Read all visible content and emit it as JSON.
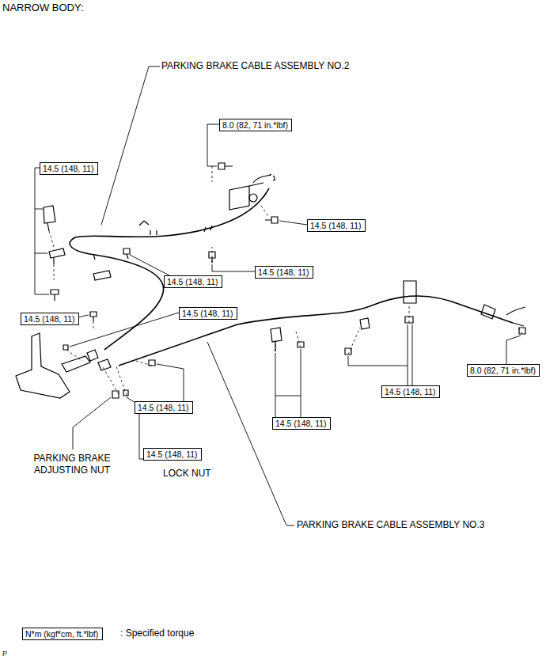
{
  "diagram": {
    "title": "NARROW BODY:",
    "nodes": [
      {
        "text": [
          "8.0 (82, 71 in.*lbf)"
        ]
      },
      {
        "text": [
          "14.5 (148, 11)"
        ]
      },
      {
        "text": [
          "14.5 (148, 11)"
        ]
      },
      {
        "text": [
          "14.5 (148, 11)"
        ]
      },
      {
        "text": [
          "14.5 (148, 11)"
        ]
      },
      {
        "text": [
          "14.5 (148, 11)"
        ]
      },
      {
        "text": [
          "14.5 (148, 11)"
        ]
      },
      {
        "text": [
          "8.0 (82, 71 in.*lbf)"
        ]
      },
      {
        "text": [
          "14.5 (148, 11)"
        ]
      },
      {
        "text": [
          "14.5 (148, 11)"
        ]
      },
      {
        "text": [
          "14.5 (148, 11)"
        ]
      },
      {
        "text": [
          "14.5 (148, 11)"
        ]
      },
      {
        "text": [
          "N*m (kgf*cm, ft.*lbf)"
        ]
      }
    ],
    "labels": [
      "PARKING BRAKE CABLE ASSEMBLY NO.2",
      "PARKING BRAKE ADJUSTING NUT",
      "LOCK NUT",
      "PARKING BRAKE CABLE ASSEMBLY NO.3",
      ": Specified torque",
      "P"
    ]
  }
}
